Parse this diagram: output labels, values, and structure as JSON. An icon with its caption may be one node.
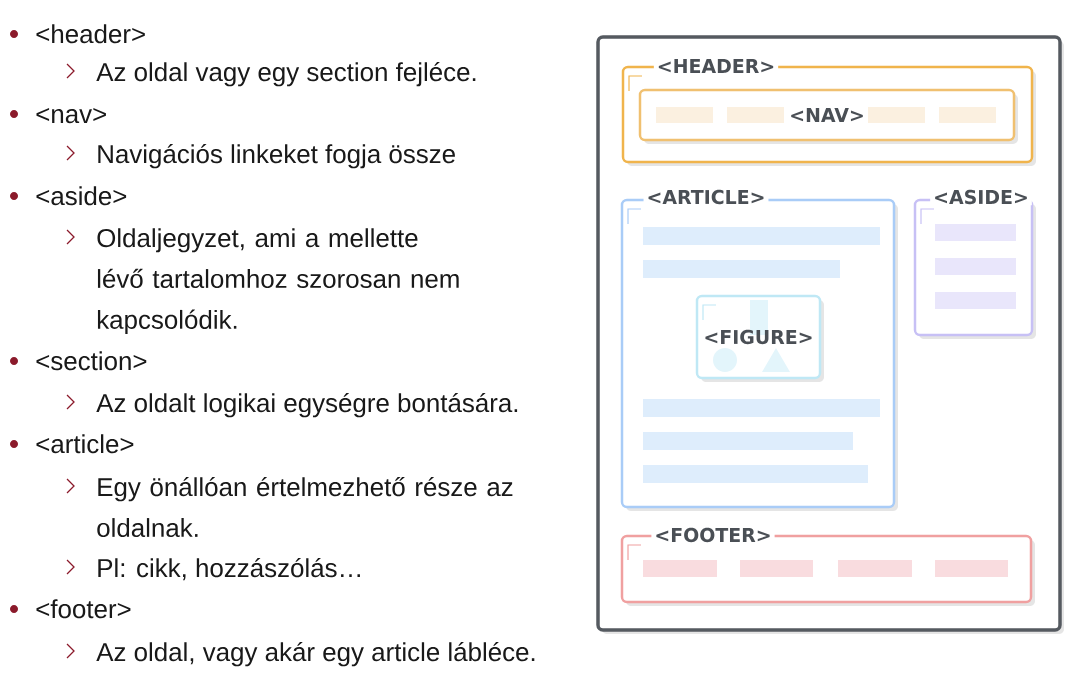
{
  "diagram": {
    "nodes": [
      {
        "text": [],
        "shape": "box"
      },
      {
        "text": [
          "<HEADER>"
        ],
        "in": 0
      },
      {
        "text": [
          "<NAV>"
        ],
        "in": 1
      },
      {
        "text": [
          "<ARTICLE>"
        ],
        "in": 0
      },
      {
        "text": [
          "<FIGURE>"
        ],
        "in": 3
      },
      {
        "text": [
          "<ASIDE>"
        ],
        "in": 0
      },
      {
        "text": [
          "<FOOTER>"
        ],
        "in": 0
      }
    ],
    "edges": [],
    "labels": [
      "<header>",
      "Az oldal vagy egy section fejléce.",
      "<nav>",
      "Navigációs linkeket fogja össze",
      "<aside>",
      "Oldaljegyzet, ami a mellette lévő tartalomhoz szorosan nem kapcsolódik.",
      "<section>",
      "Az oldalt logikai egységre bontására.",
      "<article>",
      "Egy önállóan értelmezhető része az oldalnak.",
      "Pl: cikk, hozzászólás…",
      "<footer>",
      "Az oldal, vagy akár egy article lábléce."
    ]
  }
}
